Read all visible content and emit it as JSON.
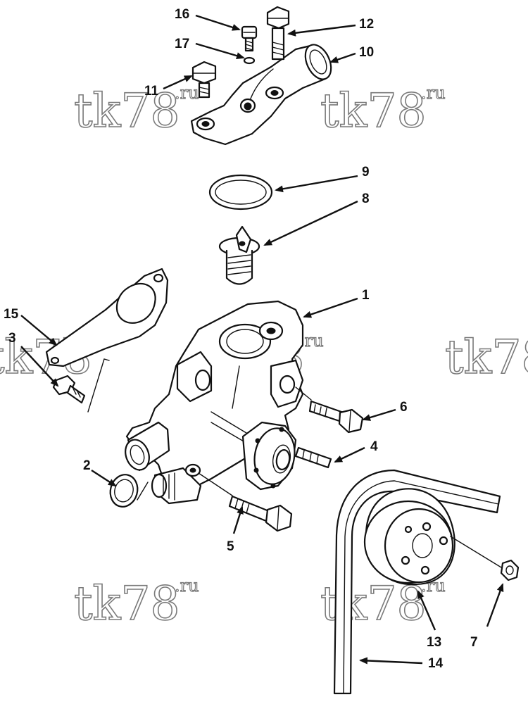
{
  "callouts": {
    "c1": "1",
    "c2": "2",
    "c3": "3",
    "c4": "4",
    "c5": "5",
    "c6": "6",
    "c7": "7",
    "c8": "8",
    "c9": "9",
    "c10": "10",
    "c11": "11",
    "c12": "12",
    "c13": "13",
    "c14": "14",
    "c15": "15",
    "c16": "16",
    "c17": "17"
  },
  "watermark": {
    "main": "tk78",
    "suffix": ".ru"
  }
}
